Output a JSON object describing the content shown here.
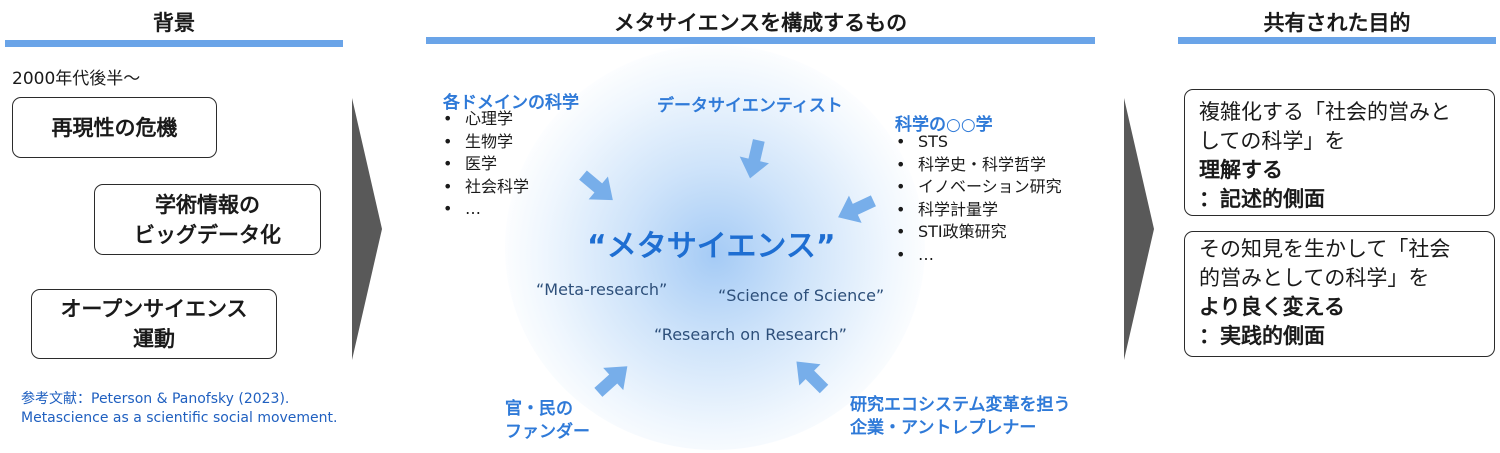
{
  "columns": {
    "left": {
      "header": "背景"
    },
    "center": {
      "header": "メタサイエンスを構成するもの"
    },
    "right": {
      "header": "共有された目的"
    }
  },
  "background": {
    "period": "2000年代後半～",
    "boxes": [
      {
        "lines": [
          "再現性の危機"
        ]
      },
      {
        "lines": [
          "学術情報の",
          "ビッグデータ化"
        ]
      },
      {
        "lines": [
          "オープンサイエンス",
          "運動"
        ]
      }
    ],
    "reference": {
      "line1": "参考文献：Peterson & Panofsky (2023).",
      "line2": "Metascience as a scientific social movement."
    }
  },
  "center": {
    "title": "“メタサイエンス”",
    "aliases": [
      "“Meta-research”",
      "“Science of Science”",
      "“Research on Research”"
    ],
    "domain_sciences": {
      "title": "各ドメインの科学",
      "bullet": "•",
      "items": [
        "心理学",
        "生物学",
        "医学",
        "社会科学",
        "…"
      ]
    },
    "data_scientists": {
      "title": "データサイエンティスト"
    },
    "science_of_x": {
      "title": "科学の○○学",
      "bullet": "•",
      "items": [
        "STS",
        "科学史・科学哲学",
        "イノベーション研究",
        "科学計量学",
        "STI政策研究",
        "…"
      ]
    },
    "funders": {
      "line1": "官・民の",
      "line2": "ファンダー"
    },
    "entrepreneurs": {
      "line1": "研究エコシステム変革を担う",
      "line2": "企業・アントレプレナー"
    }
  },
  "purpose": {
    "descriptive": {
      "line1": "複雑化する「社会的営みと",
      "line2_a": "しての科学」を",
      "line2_b": "理解する",
      "line3": "：記述的側面"
    },
    "practical": {
      "line1": "その知見を生かして「社会",
      "line2": "的営みとしての科学」を",
      "line3": "より良く変える",
      "line4": "：実践的側面"
    }
  },
  "colors": {
    "accent_bar": "#6aa4e8",
    "blue_text": "#2f7ad8",
    "arrow": "#77aeea",
    "chevron": "#595959"
  }
}
